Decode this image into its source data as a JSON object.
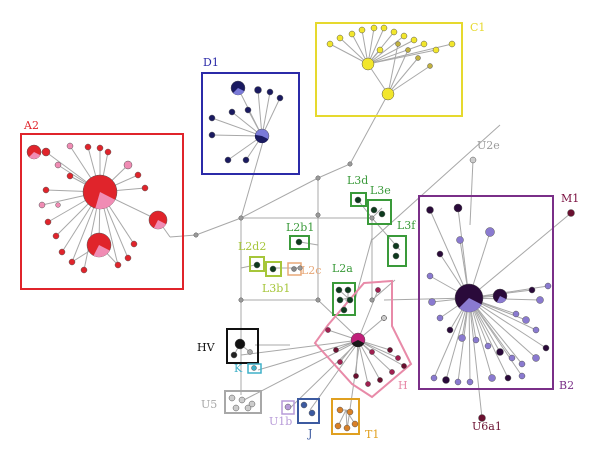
{
  "haplogroups": [
    {
      "id": "A2",
      "label": "A2",
      "color": "#e0242b"
    },
    {
      "id": "D1",
      "label": "D1",
      "color": "#2b2aa8"
    },
    {
      "id": "C1",
      "label": "C1",
      "color": "#e6d92e"
    },
    {
      "id": "U2e",
      "label": "U2e",
      "color": "#9a9a9a"
    },
    {
      "id": "L3d",
      "label": "L3d",
      "color": "#3a9a3a"
    },
    {
      "id": "L3e",
      "label": "L3e",
      "color": "#3a9a3a"
    },
    {
      "id": "L3f",
      "label": "L3f",
      "color": "#3a9a3a"
    },
    {
      "id": "L2b1",
      "label": "L2b1",
      "color": "#3a9a3a"
    },
    {
      "id": "L2d2",
      "label": "L2d2",
      "color": "#a6c63a"
    },
    {
      "id": "L3b1",
      "label": "L3b1",
      "color": "#a6c63a"
    },
    {
      "id": "L2c",
      "label": "L2c",
      "color": "#e8a878"
    },
    {
      "id": "L2a",
      "label": "L2a",
      "color": "#3a9a3a"
    },
    {
      "id": "M1",
      "label": "M1",
      "color": "#7a1040"
    },
    {
      "id": "B2",
      "label": "B2",
      "color": "#7a2f88"
    },
    {
      "id": "HV",
      "label": "HV",
      "color": "#111111"
    },
    {
      "id": "K",
      "label": "K",
      "color": "#3fb0c8"
    },
    {
      "id": "U5",
      "label": "U5",
      "color": "#a8a8a8"
    },
    {
      "id": "U1b",
      "label": "U1b",
      "color": "#b79ad8"
    },
    {
      "id": "J",
      "label": "J",
      "color": "#3c5aa0"
    },
    {
      "id": "T1",
      "label": "T1",
      "color": "#e0a020"
    },
    {
      "id": "H",
      "label": "H",
      "color": "#e88aa8"
    },
    {
      "id": "U6a1",
      "label": "U6a1",
      "color": "#6a1030"
    }
  ],
  "colors": {
    "edge": "#a8a8a8",
    "hub": "#9a9a9a",
    "A2_red": "#e0242b",
    "A2_pink": "#f08cb4",
    "D1_navy": "#1a1a60",
    "D1_blue": "#7a7ad8",
    "C1_yellow": "#f2e62c",
    "B2_dark": "#2a0a3a",
    "B2_purple": "#8a7ad0",
    "H_magenta": "#c0207a",
    "H_dark": "#6a1030",
    "green_dark": "#0e3a1e"
  }
}
